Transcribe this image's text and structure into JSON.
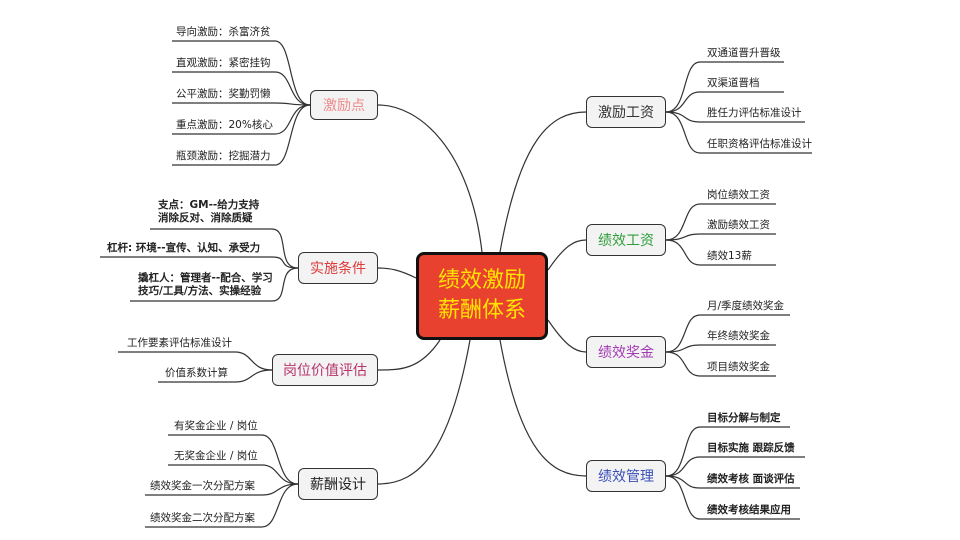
{
  "center": {
    "line1": "绩效激励",
    "line2": "薪酬体系",
    "bg": "#e8412f",
    "fg": "#ffe400"
  },
  "branches": [
    {
      "id": "incentive-point",
      "label": "激励点",
      "color": "#f08a8a",
      "leaves": [
        "导向激励：杀富济贫",
        "直观激励：紧密挂钩",
        "公平激励：奖勤罚懒",
        "重点激励：20%核心",
        "瓶颈激励：挖掘潜力"
      ]
    },
    {
      "id": "implementation",
      "label": "实施条件",
      "color": "#e03a3a",
      "leaves": [
        "支点：GM--给力支持\n消除反对、消除质疑",
        "杠杆: 环境--宣传、认知、承受力",
        "撬杠人：管理者--配合、学习\n技巧/工具/方法、实操经验"
      ]
    },
    {
      "id": "position-value",
      "label": "岗位价值评估",
      "color": "#b8336a",
      "leaves": [
        "工作要素评估标准设计",
        "价值系数计算"
      ]
    },
    {
      "id": "salary-design",
      "label": "薪酬设计",
      "color": "#222222",
      "leaves": [
        "有奖金企业 / 岗位",
        "无奖金企业 / 岗位",
        "绩效奖金一次分配方案",
        "绩效奖金二次分配方案"
      ]
    },
    {
      "id": "incentive-wage",
      "label": "激励工资",
      "color": "#333333",
      "leaves": [
        "双通道晋升晋级",
        "双渠道晋档",
        "胜任力评估标准设计",
        "任职资格评估标准设计"
      ]
    },
    {
      "id": "performance-wage",
      "label": "绩效工资",
      "color": "#2e9e3a",
      "leaves": [
        "岗位绩效工资",
        "激励绩效工资",
        "绩效13薪"
      ]
    },
    {
      "id": "performance-bonus",
      "label": "绩效奖金",
      "color": "#a23bb3",
      "leaves": [
        "月/季度绩效奖金",
        "年终绩效奖金",
        "项目绩效奖金"
      ]
    },
    {
      "id": "performance-mgmt",
      "label": "绩效管理",
      "color": "#3a4fb8",
      "leaves": [
        "目标分解与制定",
        "目标实施 跟踪反馈",
        "绩效考核 面谈评估",
        "绩效考核结果应用"
      ]
    }
  ]
}
